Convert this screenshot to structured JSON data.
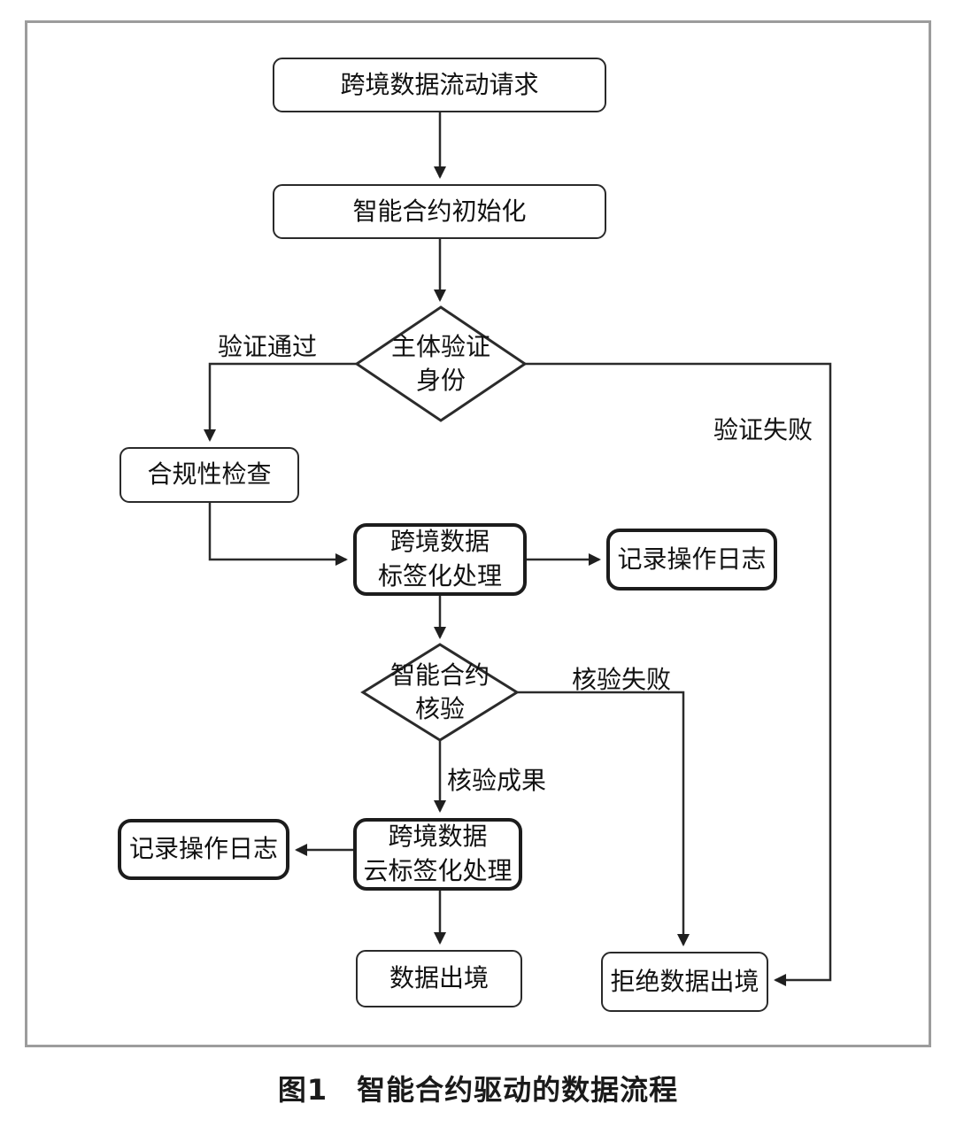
{
  "figure": {
    "caption": "图1　智能合约驱动的数据流程"
  },
  "flowchart": {
    "nodes": {
      "request": {
        "label": "跨境数据流动请求"
      },
      "init": {
        "label": "智能合约初始化"
      },
      "identity_check": {
        "label": "主体验证\n身份"
      },
      "compliance": {
        "label": "合规性检查"
      },
      "labeling": {
        "label": "跨境数据\n标签化处理"
      },
      "log_right": {
        "label": "记录操作日志"
      },
      "contract_verify": {
        "label": "智能合约\n核验"
      },
      "cloud_labeling": {
        "label": "跨境数据\n云标签化处理"
      },
      "log_left": {
        "label": "记录操作日志"
      },
      "export": {
        "label": "数据出境"
      },
      "reject": {
        "label": "拒绝数据出境"
      }
    },
    "edge_labels": {
      "verify_pass": "验证通过",
      "verify_fail": "验证失败",
      "check_fail": "核验失败",
      "check_pass": "核验成果"
    },
    "colors": {
      "line": "#2b2b2b",
      "node_border": "#2a2a2a",
      "thick_border": "#1c1c1c",
      "frame_border": "#9c9c9c",
      "text": "#111111"
    }
  }
}
